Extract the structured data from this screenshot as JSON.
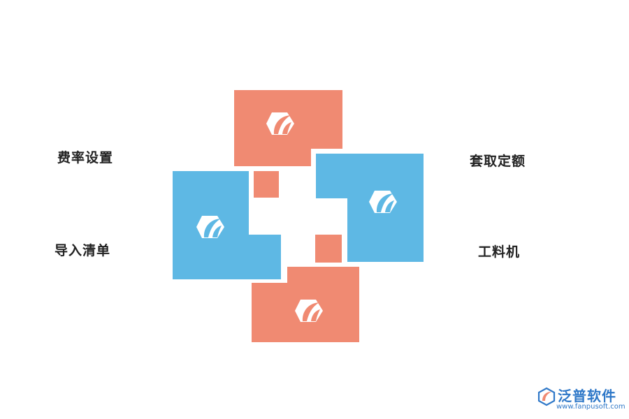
{
  "labels": {
    "top_left": "费率设置",
    "bottom_left": "导入清单",
    "top_right": "套取定额",
    "bottom_right": "工料机"
  },
  "colors": {
    "salmon": "#f08a72",
    "blue": "#5eb8e4",
    "icon": "#ffffff",
    "text": "#222222",
    "brand": "#2f78c8"
  },
  "icons": [
    "leaf-hexagon-icon",
    "leaf-hexagon-icon",
    "leaf-hexagon-icon",
    "leaf-hexagon-icon"
  ],
  "brand": {
    "name": "泛普软件",
    "url": "www.fanpusoft.com"
  }
}
